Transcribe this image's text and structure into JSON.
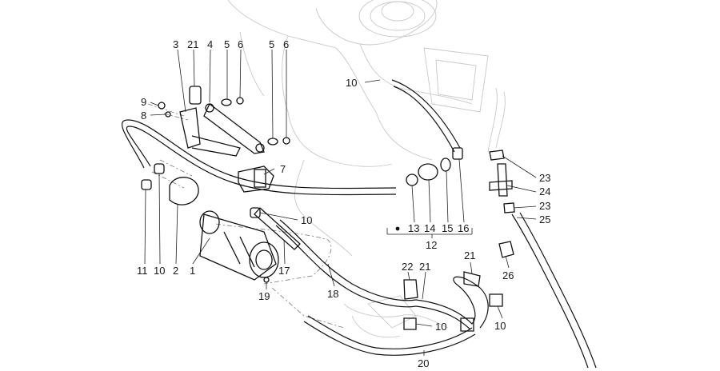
{
  "diagram": {
    "callouts": [
      {
        "id": "c3",
        "text": "3"
      },
      {
        "id": "c21a",
        "text": "21"
      },
      {
        "id": "c4",
        "text": "4"
      },
      {
        "id": "c5a",
        "text": "5"
      },
      {
        "id": "c6a",
        "text": "6"
      },
      {
        "id": "c5b",
        "text": "5"
      },
      {
        "id": "c6b",
        "text": "6"
      },
      {
        "id": "c9",
        "text": "9"
      },
      {
        "id": "c8",
        "text": "8"
      },
      {
        "id": "c7",
        "text": "7"
      },
      {
        "id": "c10a",
        "text": "10"
      },
      {
        "id": "c10b",
        "text": "10"
      },
      {
        "id": "c11",
        "text": "11"
      },
      {
        "id": "c10c",
        "text": "10"
      },
      {
        "id": "c2",
        "text": "2"
      },
      {
        "id": "c1",
        "text": "1"
      },
      {
        "id": "c17",
        "text": "17"
      },
      {
        "id": "c19",
        "text": "19"
      },
      {
        "id": "c18",
        "text": "18"
      },
      {
        "id": "c13",
        "text": "13"
      },
      {
        "id": "c14",
        "text": "14"
      },
      {
        "id": "c15",
        "text": "15"
      },
      {
        "id": "c16",
        "text": "16"
      },
      {
        "id": "c12",
        "text": "12"
      },
      {
        "id": "c22",
        "text": "22"
      },
      {
        "id": "c21b",
        "text": "21"
      },
      {
        "id": "c21c",
        "text": "21"
      },
      {
        "id": "c10d",
        "text": "10"
      },
      {
        "id": "c10e",
        "text": "10"
      },
      {
        "id": "c20",
        "text": "20"
      },
      {
        "id": "c23a",
        "text": "23"
      },
      {
        "id": "c24",
        "text": "24"
      },
      {
        "id": "c23b",
        "text": "23"
      },
      {
        "id": "c25",
        "text": "25"
      },
      {
        "id": "c26",
        "text": "26"
      }
    ]
  },
  "colors": {
    "ink": "#111111",
    "background": "#ffffff",
    "ghost": "#c8c8c8"
  }
}
